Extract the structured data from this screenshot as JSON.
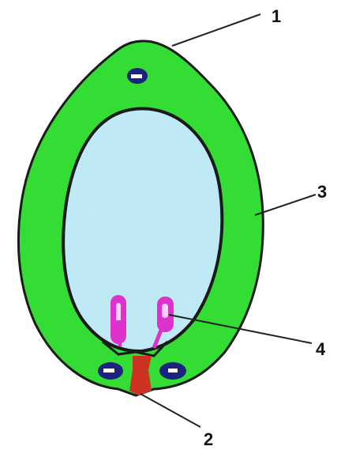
{
  "labels": {
    "one": "1",
    "two": "2",
    "three": "3",
    "four": "4"
  },
  "colors": {
    "outline": "#1a1a1a",
    "outer_layer": "#33dd33",
    "inner_cavity": "#bfeaf5",
    "nucleus_blue": "#1a237e",
    "nucleus_white": "#ffffff",
    "synergid_magenta": "#dd33cc",
    "synergid_inner": "#ffd0ff",
    "micropyle_red": "#cc3322"
  }
}
